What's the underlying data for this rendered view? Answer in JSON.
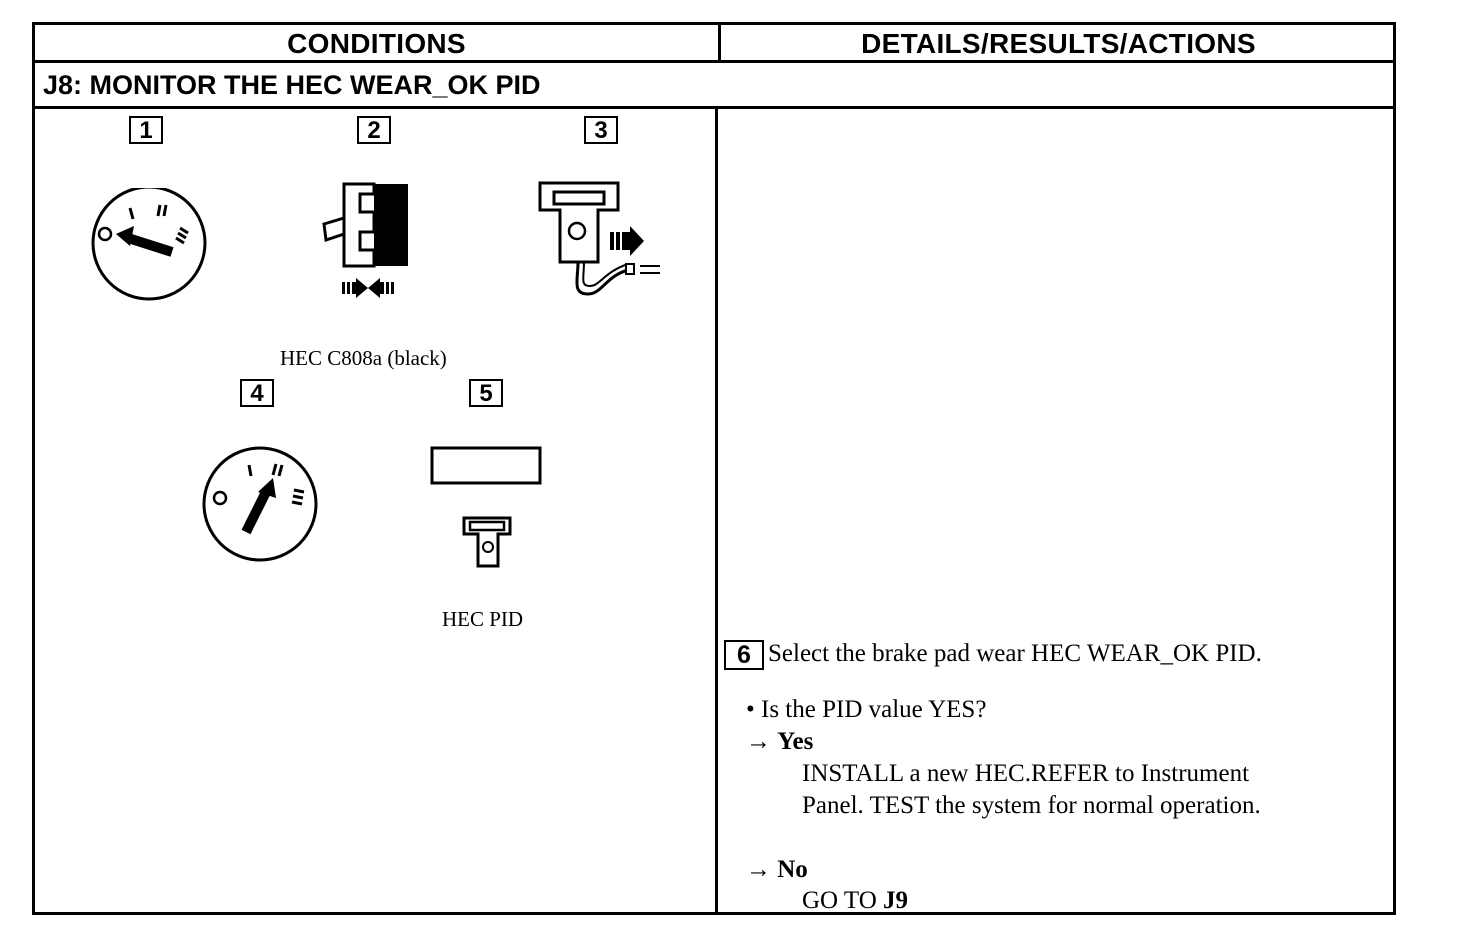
{
  "table": {
    "header_conditions": "CONDITIONS",
    "header_details": "DETAILS/RESULTS/ACTIONS",
    "step_title": "J8: MONITOR THE HEC WEAR_OK PID"
  },
  "steps": {
    "s1": "1",
    "s2": "2",
    "s3": "3",
    "s4": "4",
    "s5": "5",
    "s6": "6"
  },
  "icons": {
    "s1": "ignition-switch-off-icon",
    "s2": "connector-connect-icon",
    "s3": "scan-tool-connect-icon",
    "s4": "ignition-switch-on-icon",
    "s5": "scan-tool-display-icon"
  },
  "captions": {
    "connector": "HEC C808a (black)",
    "pid": "HEC PID"
  },
  "details": {
    "step6_text": "Select the brake pad wear HEC WEAR_OK PID.",
    "question": "• Is the PID value YES?",
    "yes_arrow": "→",
    "yes_label": "Yes",
    "yes_action_line1": "INSTALL a new HEC.REFER to Instrument",
    "yes_action_line2": "Panel. TEST the system for normal operation.",
    "no_arrow": "→",
    "no_label": "No",
    "no_action_prefix": "GO TO",
    "no_action_target": "J9"
  }
}
